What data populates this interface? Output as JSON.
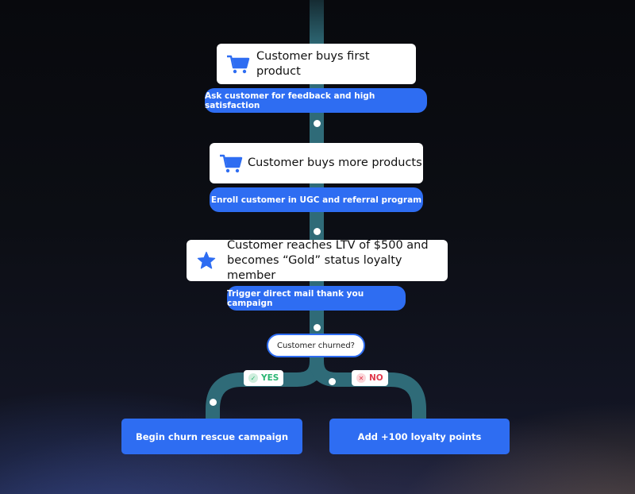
{
  "steps": [
    {
      "icon": "shopping-cart-icon",
      "title": "Customer buys first product",
      "action": "Ask customer for feedback and high satisfaction"
    },
    {
      "icon": "shopping-cart-icon",
      "title": "Customer buys more products",
      "action": "Enroll customer in UGC and referral program"
    },
    {
      "icon": "star-icon",
      "title_line1": "Customer reaches LTV of $500 and",
      "title_line2": "becomes “Gold” status loyalty member",
      "action": "Trigger direct mail thank you campaign"
    }
  ],
  "decision": {
    "label": "Customer churned?"
  },
  "branches": {
    "yes": {
      "label": "YES",
      "action": "Begin churn rescue campaign"
    },
    "no": {
      "label": "NO",
      "action": "Add +100 loyalty points"
    }
  },
  "colors": {
    "accent": "#2e6df2",
    "connector": "#2f6b78",
    "yes": "#2bb673",
    "no": "#e0384b",
    "background": "#0c0e14"
  }
}
